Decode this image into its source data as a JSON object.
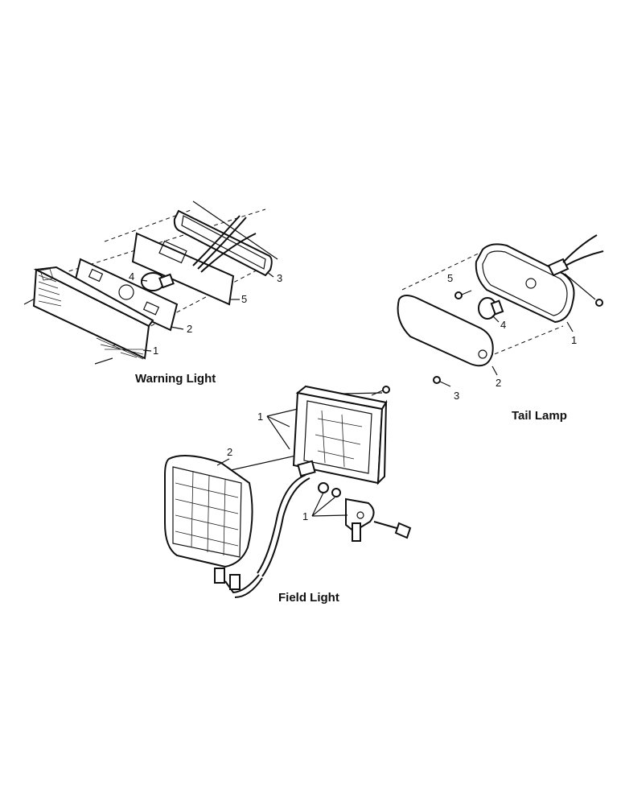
{
  "assemblies": [
    {
      "id": "warning",
      "title": "Warning Light",
      "callouts": [
        "1",
        "2",
        "5",
        "3",
        "4"
      ]
    },
    {
      "id": "tail",
      "title": "Tail Lamp",
      "callouts": [
        "1",
        "2",
        "3",
        "4",
        "5"
      ]
    },
    {
      "id": "field",
      "title": "Field Light",
      "callouts": [
        "1",
        "1",
        "2"
      ]
    }
  ]
}
